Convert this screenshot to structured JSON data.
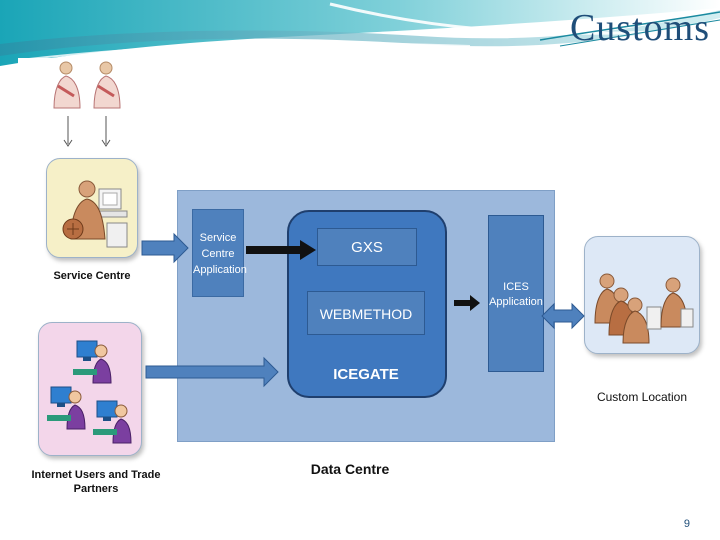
{
  "slide": {
    "title": "Customs",
    "page_number": "9"
  },
  "diagram": {
    "data_centre_label": "Data Centre",
    "service_centre_label": "Service Centre",
    "internet_users_label": "Internet Users and Trade Partners",
    "custom_location_label": "Custom Location",
    "service_centre_app_label": "Service Centre Application",
    "gxs_label": "GXS",
    "webmethod_label": "WEBMETHOD",
    "icegate_label": "ICEGATE",
    "ices_label": "ICES Application"
  },
  "colors": {
    "title": "#1f4e79",
    "data_centre_panel": "#9cb8dc",
    "component_blue": "#4f81bd",
    "icegate_blue": "#3f78bf",
    "service_box": "#f6f0c8",
    "internet_box": "#f3d6ea",
    "custom_box": "#dde8f6"
  },
  "icons": {
    "header_decoration": "teal-swoosh-lines",
    "operators": "person-figure-icon",
    "computer_users": "computer-user-icon",
    "arrows": "arrow-icon"
  }
}
